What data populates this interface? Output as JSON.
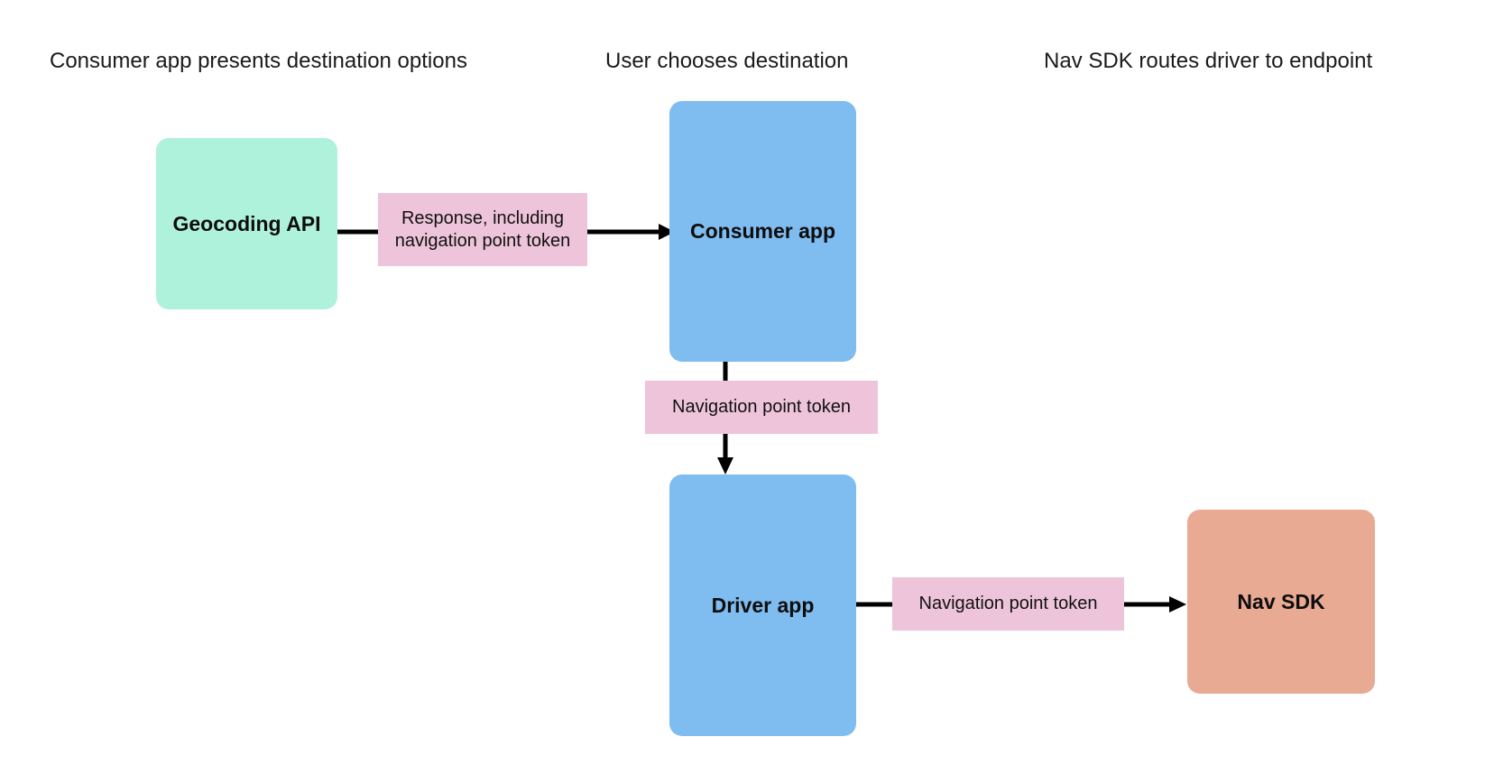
{
  "diagram": {
    "title_columns": [
      {
        "id": "col-consumer",
        "label": "Consumer app presents destination options"
      },
      {
        "id": "col-user",
        "label": "User chooses destination"
      },
      {
        "id": "col-navsdk",
        "label": "Nav SDK routes driver to endpoint"
      }
    ],
    "nodes": [
      {
        "id": "geocoding-api",
        "label": "Geocoding API",
        "color": "#AEF2DC",
        "shape": "rounded-rect"
      },
      {
        "id": "consumer-app",
        "label": "Consumer app",
        "color": "#7FBCF0",
        "shape": "rounded-rect"
      },
      {
        "id": "driver-app",
        "label": "Driver app",
        "color": "#7FBCF0",
        "shape": "rounded-rect"
      },
      {
        "id": "nav-sdk",
        "label": "Nav SDK",
        "color": "#E9AA93",
        "shape": "rounded-rect"
      }
    ],
    "edges": [
      {
        "id": "geocoding-to-consumer",
        "from": "geocoding-api",
        "to": "consumer-app",
        "label": "Response, including navigation point token",
        "label_color": "#EDC4D9",
        "direction": "right"
      },
      {
        "id": "consumer-to-driver",
        "from": "consumer-app",
        "to": "driver-app",
        "label": "Navigation point token",
        "label_color": "#EDC4D9",
        "direction": "down"
      },
      {
        "id": "driver-to-navsdk",
        "from": "driver-app",
        "to": "nav-sdk",
        "label": "Navigation point token",
        "label_color": "#EDC4D9",
        "direction": "right"
      }
    ],
    "colors": {
      "background": "#FFFFFF",
      "mint": "#AEF2DC",
      "blue": "#7FBCF0",
      "pink": "#EDC4D9",
      "salmon": "#E9AA93",
      "stroke": "#000000",
      "text": "#111111"
    }
  }
}
